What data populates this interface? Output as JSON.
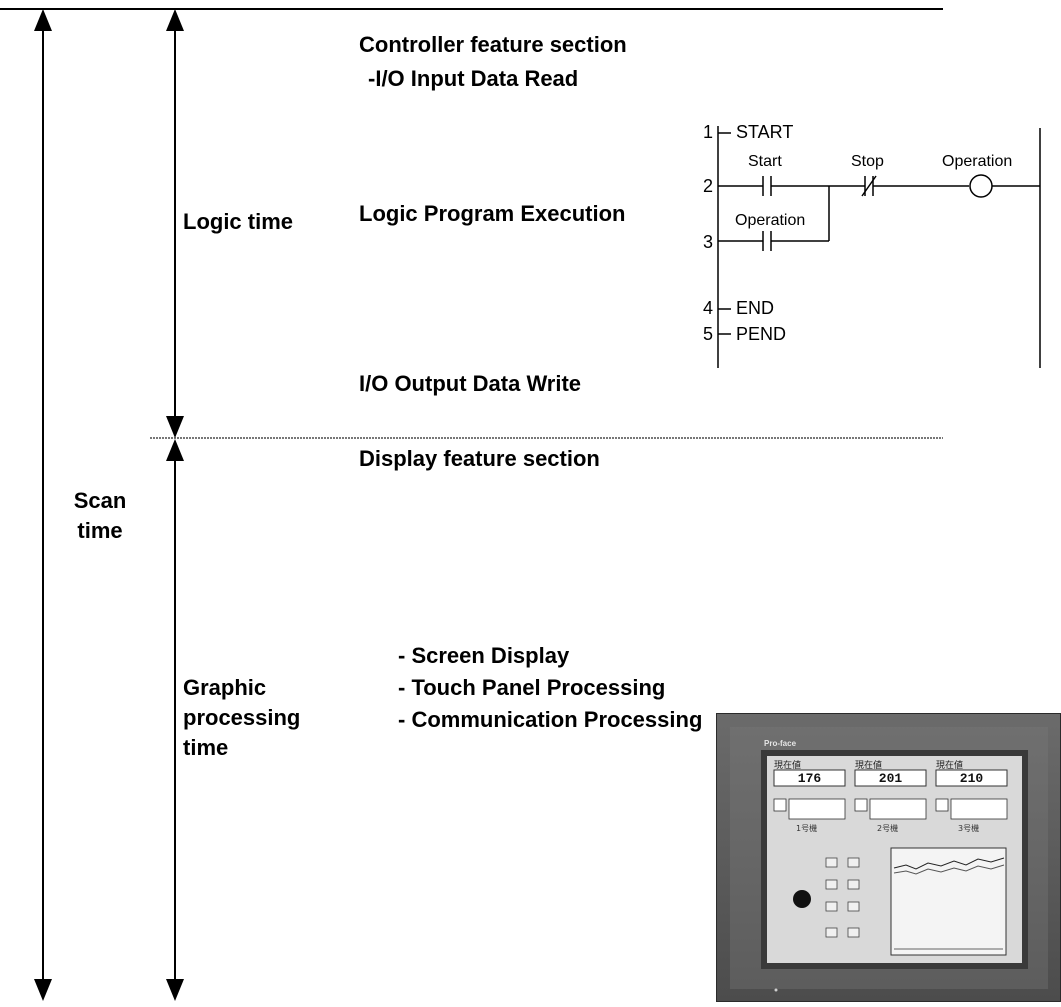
{
  "scan": {
    "label_line1": "Scan",
    "label_line2": "time"
  },
  "logic": {
    "time_label": "Logic time",
    "controller_title": "Controller feature section",
    "io_read": "-I/O Input Data Read",
    "program_exec": "Logic Program Execution",
    "io_write": "I/O Output Data Write"
  },
  "display": {
    "section_title": "Display feature section",
    "time_label_line1": "Graphic",
    "time_label_line2": "processing",
    "time_label_line3": "time",
    "tasks": [
      "- Screen Display",
      "- Touch Panel Processing",
      "- Communication Processing"
    ]
  },
  "ladder": {
    "rung_numbers": [
      "1",
      "2",
      "3",
      "4",
      "5"
    ],
    "start_instr": "START",
    "end_instr": "END",
    "pend_instr": "PEND",
    "contact_start": "Start",
    "contact_stop": "Stop",
    "coil_operation": "Operation",
    "contact_operation": "Operation"
  },
  "hmi": {
    "brand": "Pro-face",
    "header_label": "現在値",
    "values": [
      "176",
      "201",
      "210"
    ],
    "machine_labels": [
      "1号機",
      "2号機",
      "3号機"
    ]
  }
}
